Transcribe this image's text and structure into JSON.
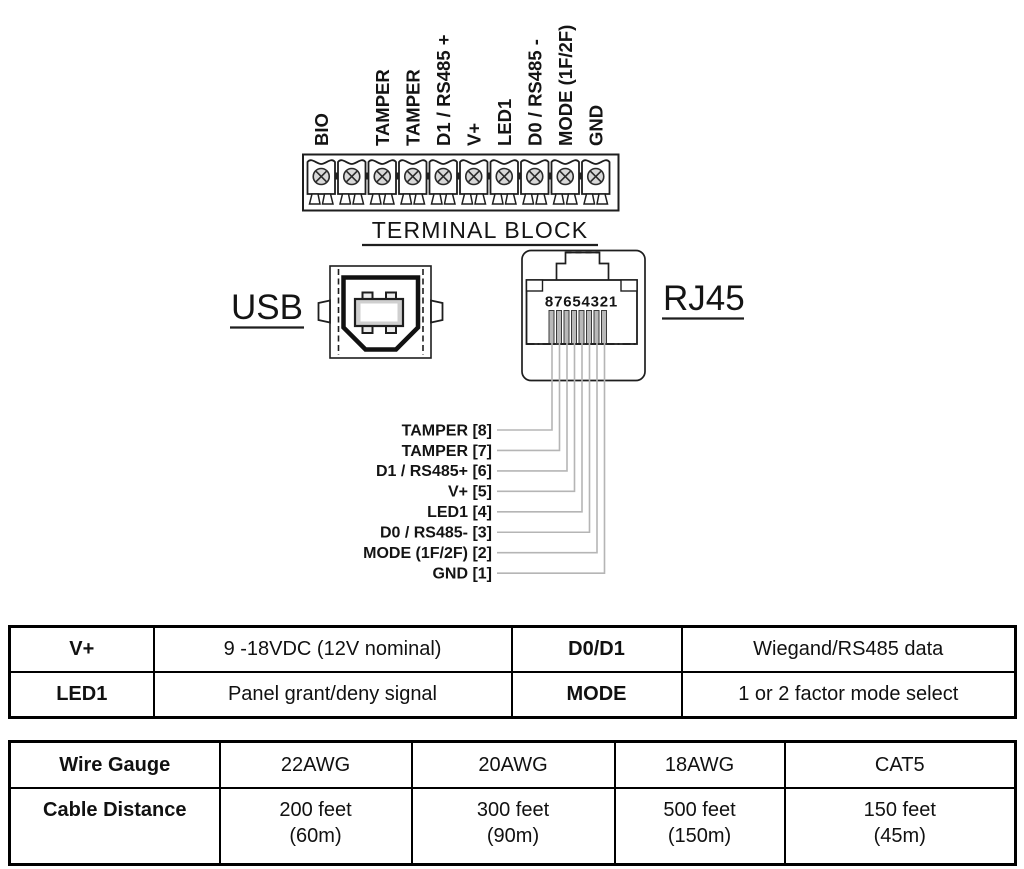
{
  "diagram": {
    "terminal_block": {
      "title": "TERMINAL BLOCK",
      "terminals": [
        {
          "label": "BIO"
        },
        {
          "label": ""
        },
        {
          "label": "TAMPER"
        },
        {
          "label": "TAMPER"
        },
        {
          "label": "D1 / RS485 +"
        },
        {
          "label": "V+"
        },
        {
          "label": "LED1"
        },
        {
          "label": "D0 / RS485 -"
        },
        {
          "label": "MODE (1F/2F)"
        },
        {
          "label": "GND"
        }
      ]
    },
    "usb": {
      "label": "USB"
    },
    "rj45": {
      "label": "RJ45",
      "pin_numbers": "87654321",
      "wires": [
        {
          "label": "TAMPER [8]"
        },
        {
          "label": "TAMPER [7]"
        },
        {
          "label": "D1 / RS485+ [6]"
        },
        {
          "label": "V+ [5]"
        },
        {
          "label": "LED1 [4]"
        },
        {
          "label": "D0 / RS485- [3]"
        },
        {
          "label": "MODE (1F/2F) [2]"
        },
        {
          "label": "GND [1]"
        }
      ]
    }
  },
  "signal_table": {
    "rows": [
      {
        "k1": "V+",
        "v1": "9 -18VDC (12V nominal)",
        "k2": "D0/D1",
        "v2": "Wiegand/RS485 data"
      },
      {
        "k1": "LED1",
        "v1": "Panel grant/deny signal",
        "k2": "MODE",
        "v2": "1 or 2 factor mode select"
      }
    ]
  },
  "cable_table": {
    "header_col": {
      "row1": "Wire Gauge",
      "row2": "Cable Distance"
    },
    "columns": [
      {
        "gauge": "22AWG",
        "feet": "200 feet",
        "meters": "(60m)"
      },
      {
        "gauge": "20AWG",
        "feet": "300 feet",
        "meters": "(90m)"
      },
      {
        "gauge": "18AWG",
        "feet": "500 feet",
        "meters": "(150m)"
      },
      {
        "gauge": "CAT5",
        "feet": "150 feet",
        "meters": "(45m)"
      }
    ]
  },
  "colors": {
    "ink": "#1e1e1e",
    "wire_gray": "#b5b5b5",
    "pin_gray": "#b9b9b9",
    "screw_gray": "#d9d9d9"
  }
}
